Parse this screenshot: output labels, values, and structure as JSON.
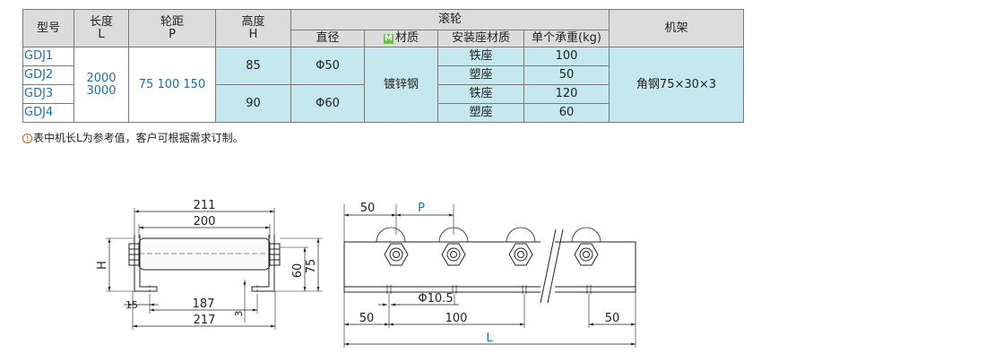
{
  "table": {
    "headers": {
      "model": "型号",
      "length": "长度",
      "length_sym": "L",
      "pitch": "轮距",
      "pitch_sym": "P",
      "height": "高度",
      "height_sym": "H",
      "roller": "滚轮",
      "roller_diameter": "直径",
      "roller_material_badge": "M",
      "roller_material": "材质",
      "roller_mount_material": "安装座材质",
      "roller_load": "单个承重(kg)",
      "frame": "机架"
    },
    "models": [
      "GDJ1",
      "GDJ2",
      "GDJ3",
      "GDJ4"
    ],
    "lengths": [
      "2000",
      "3000"
    ],
    "pitches": "75  100  150",
    "heights": [
      "85",
      "90"
    ],
    "diameters": [
      "Φ50",
      "Φ60"
    ],
    "material": "镀锌钢",
    "mounts": [
      "铁座",
      "塑座",
      "铁座",
      "塑座"
    ],
    "loads": [
      "100",
      "50",
      "120",
      "60"
    ],
    "frame": "角钢75×30×3",
    "note_icon": "!",
    "note": "表中机长L为参考值，客户可根据需求订制。"
  },
  "front_view": {
    "dim_overall_top": "211",
    "dim_roller": "200",
    "dim_height_label": "H",
    "dim_side_60": "60",
    "dim_side_75": "75",
    "dim_flange": "15",
    "dim_hole_span": "187",
    "dim_overall_bottom": "217",
    "dim_thickness": "3"
  },
  "side_view": {
    "dim_end_top": "50",
    "dim_pitch_label": "P",
    "dim_hole": "Φ10.5",
    "dim_end_left": "50",
    "dim_spacing": "100",
    "dim_end_right": "50",
    "dim_length_label": "L"
  },
  "colors": {
    "header_bg": "#dcdcdc",
    "body_bg": "#c5e8ee",
    "accent_blue": "#1b6fb3"
  }
}
